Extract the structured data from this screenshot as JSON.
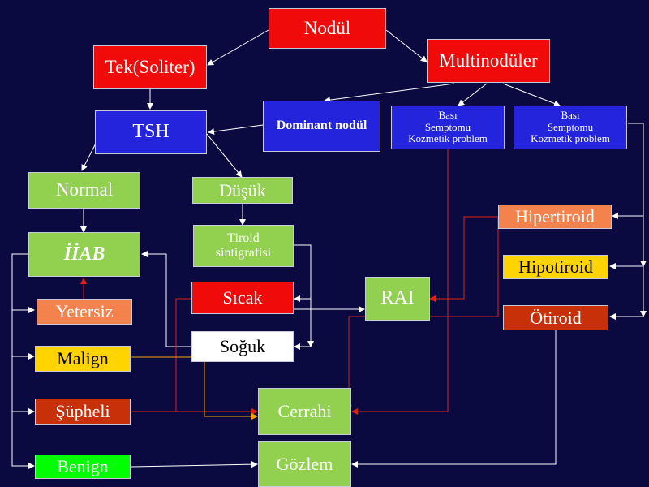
{
  "nodes": {
    "nodul": "Nodül",
    "tek": "Tek(Soliter)",
    "multi": "Multinodüler",
    "tsh": "TSH",
    "dominant": "Dominant nodül",
    "basi1": "Bası\nSemptomu\nKozmetik problem",
    "basi2": "Bası\nSemptomu\nKozmetik problem",
    "normal": "Normal",
    "dusuk": "Düşük",
    "iiab": "İİAB",
    "tiroid": "Tiroid\nsintigrafisi",
    "hiper": "Hipertiroid",
    "hipo": "Hipotiroid",
    "otiroid": "Ötiroid",
    "rai": "RAI",
    "sicak": "Sıcak",
    "soguk": "Soğuk",
    "yetersiz": "Yetersiz",
    "malign": "Malign",
    "supheli": "Şüpheli",
    "benign": "Benign",
    "cerrahi": "Cerrahi",
    "gozlem": "Gözlem"
  },
  "colors": {
    "background": "#0a0a40",
    "line_white": "#ffffff",
    "line_red": "#e02010",
    "line_orange": "#f4a000",
    "red_box": "#f00a0a",
    "blue_box": "#2424dc",
    "green_box": "#92d050",
    "orange_box": "#f4824c",
    "yellow_box": "#ffd400",
    "brick_box": "#c8300a",
    "bright_green_box": "#00ff00"
  }
}
